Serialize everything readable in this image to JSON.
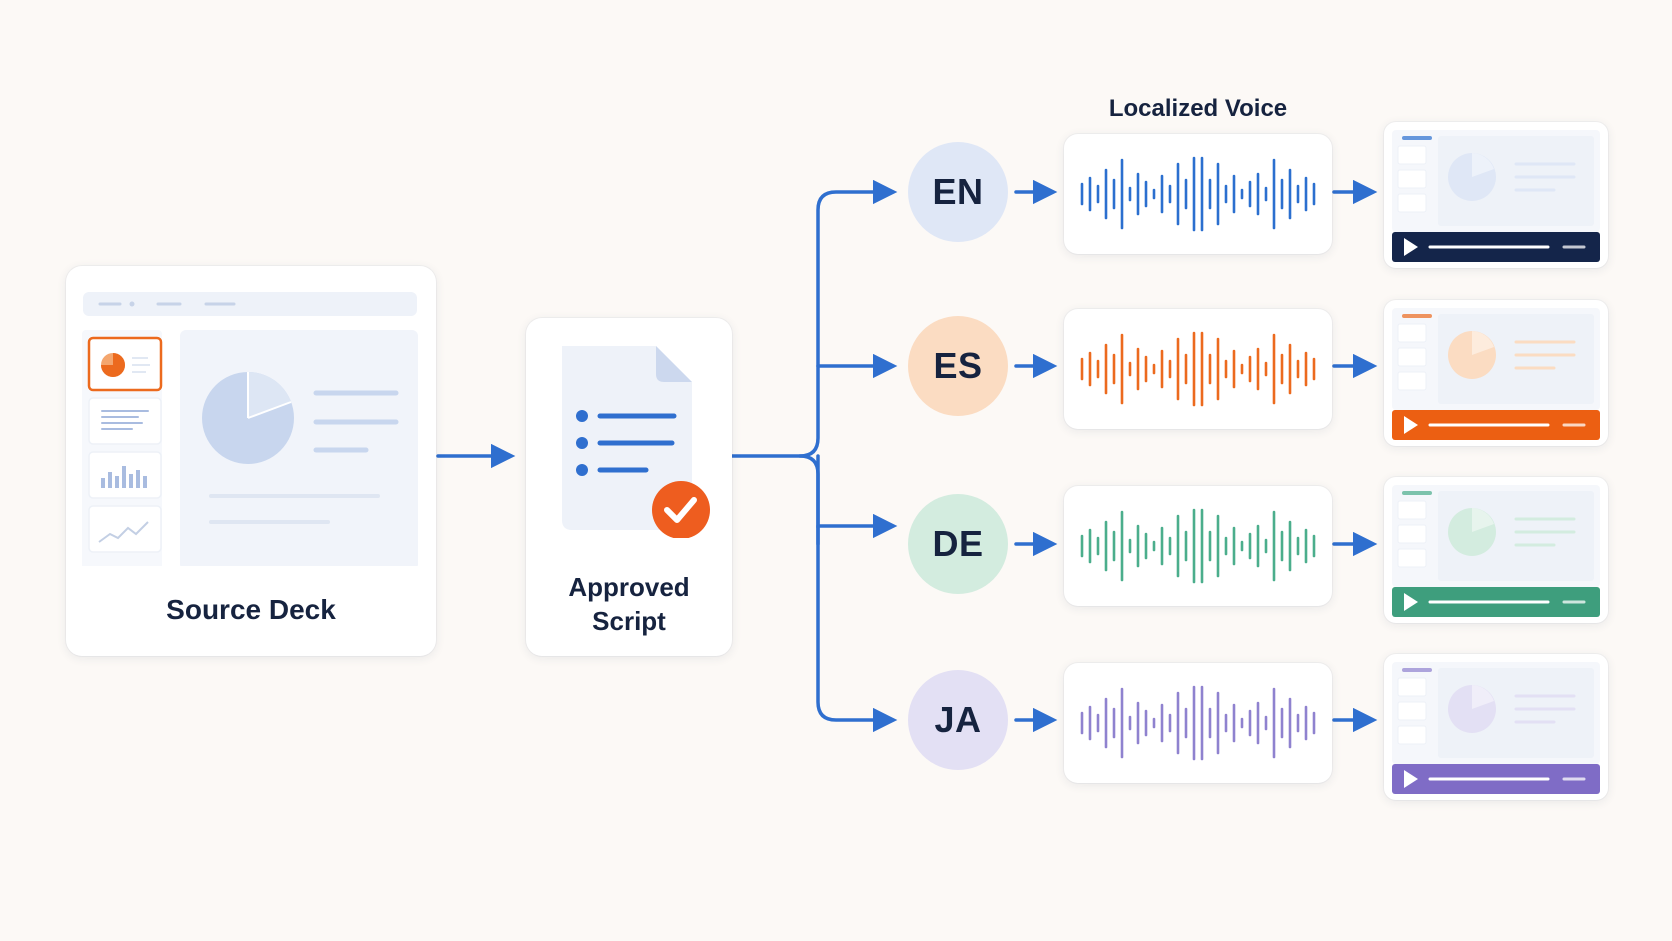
{
  "source_deck": {
    "label": "Source Deck"
  },
  "script": {
    "label_line1": "Approved",
    "label_line2": "Script"
  },
  "localized_voice": {
    "title": "Localized Voice"
  },
  "languages": [
    {
      "code": "EN",
      "circle_color": "#dfe7f6",
      "accent": "#2b6fcf",
      "player_color": "#14254a"
    },
    {
      "code": "ES",
      "circle_color": "#fbdcc2",
      "accent": "#ec6a1e",
      "player_color": "#ec5f12"
    },
    {
      "code": "DE",
      "circle_color": "#d3ecdf",
      "accent": "#4bae8c",
      "player_color": "#3e9e7d"
    },
    {
      "code": "JA",
      "circle_color": "#e3e0f4",
      "accent": "#8f82cf",
      "player_color": "#7f6cc6"
    }
  ],
  "colors": {
    "connector": "#2f6fcf",
    "check_badge": "#ee5d1f",
    "deck_highlight": "#ec6a1e"
  },
  "icons": [
    "pie-chart-icon",
    "list-icon",
    "bar-chart-icon",
    "line-chart-icon",
    "document-icon",
    "checkmark-icon",
    "play-icon",
    "waveform-icon",
    "arrow-right-icon"
  ]
}
